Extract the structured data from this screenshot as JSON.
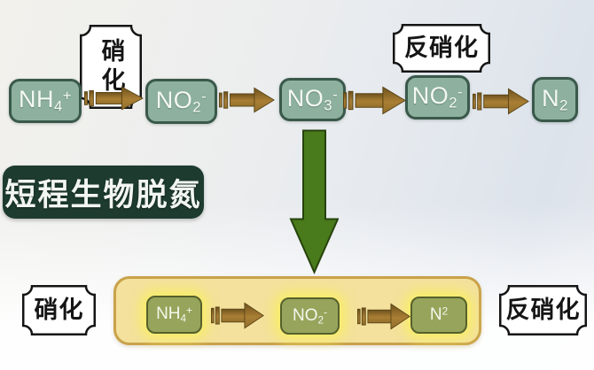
{
  "main_label": "短程生物脱氮",
  "callouts": {
    "top_nitrification": "硝化",
    "top_denitrification": "反硝化",
    "bottom_nitrification": "硝化",
    "bottom_denitrification": "反硝化"
  },
  "top_chain": {
    "nodes": [
      {
        "base": "NH",
        "sub": "4",
        "sup": "+"
      },
      {
        "base": "NO",
        "sub": "2",
        "sup": "-"
      },
      {
        "base": "NO",
        "sub": "3",
        "sup": "-"
      },
      {
        "base": "NO",
        "sub": "2",
        "sup": "-"
      },
      {
        "base": "N",
        "sub": "2",
        "sup": ""
      }
    ]
  },
  "bottom_chain": {
    "nodes": [
      {
        "base": "NH",
        "sub": "4",
        "sup": "+"
      },
      {
        "base": "NO",
        "sub": "2",
        "sup": "-"
      },
      {
        "base": "N",
        "sub": "",
        "sup": "2"
      }
    ]
  },
  "icons": {
    "flow_arrow": "striped-right-arrow",
    "down_arrow": "big-down-arrow"
  },
  "colors": {
    "top_node_fill": "#8db19e",
    "top_node_border": "#3a594b",
    "bottom_node_fill": "#97a45c",
    "bottom_node_border": "#55612b",
    "container_fill": "#f3e19d",
    "container_border": "#c9a24b",
    "label_fill": "#1d3b2f",
    "arrow_brown": "#a37a32",
    "arrow_green": "#497a1b",
    "glow_yellow": "#f8ef5e"
  }
}
